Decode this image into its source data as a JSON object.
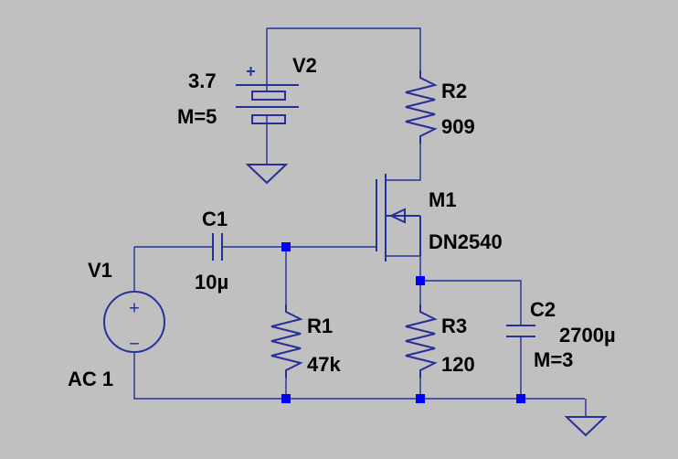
{
  "components": {
    "v2": {
      "name": "V2",
      "value": "3.7",
      "multiplier": "M=5"
    },
    "r2": {
      "name": "R2",
      "value": "909"
    },
    "m1": {
      "name": "M1",
      "model": "DN2540"
    },
    "c1": {
      "name": "C1",
      "value": "10µ"
    },
    "v1": {
      "name": "V1",
      "value": "AC 1"
    },
    "r1": {
      "name": "R1",
      "value": "47k"
    },
    "r3": {
      "name": "R3",
      "value": "120"
    },
    "c2": {
      "name": "C2",
      "value": "2700µ",
      "multiplier": "M=3"
    }
  },
  "symbols": {
    "plus": "+",
    "minus": "−"
  },
  "colors": {
    "background": "#c0c0c0",
    "wire": "#26309a",
    "junction": "#0000ff",
    "text": "#000000"
  }
}
